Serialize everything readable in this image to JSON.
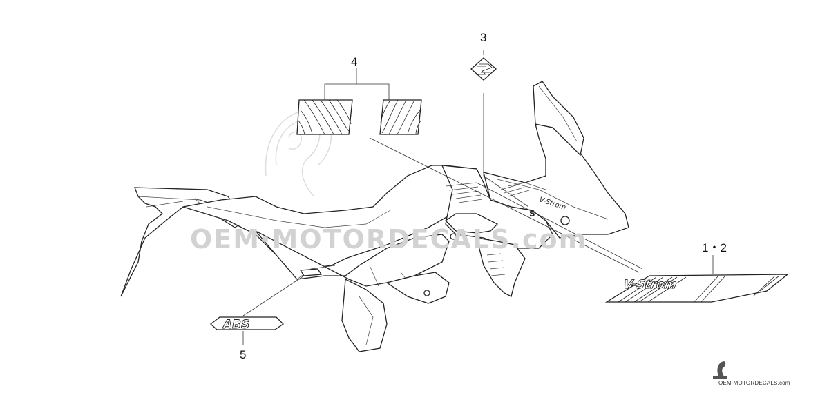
{
  "callouts": {
    "c1": "1・2",
    "c3": "3",
    "c4": "4",
    "c5": "5"
  },
  "decals": {
    "vstrom_label": "V-Strom",
    "abs_label": "ABS",
    "suzuki_glyph": "S"
  },
  "watermark": {
    "main": "OEM·MOTORDECALS.com",
    "footer": "OEM-MOTORDECALS.com"
  },
  "colors": {
    "line": "#222222",
    "watermark": "#d2d2d2"
  }
}
